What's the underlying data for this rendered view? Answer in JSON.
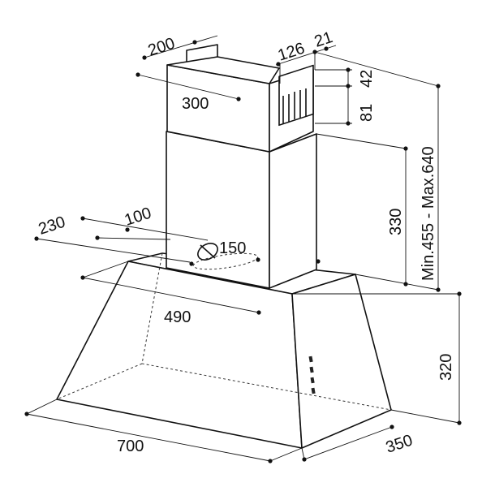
{
  "labels": {
    "chimney_width_top": "200",
    "chimney_width": "300",
    "bracket_depth": "126",
    "bracket_offset": "21",
    "vent_top": "42",
    "vent_height": "81",
    "chimney_lower": "330",
    "chimney_range": "Min.455 - Max.640",
    "outlet_depth": "230",
    "outlet_offset": "100",
    "outlet_diameter": "150",
    "top_width": "490",
    "hood_height": "320",
    "hood_width": "700",
    "hood_depth": "350"
  }
}
